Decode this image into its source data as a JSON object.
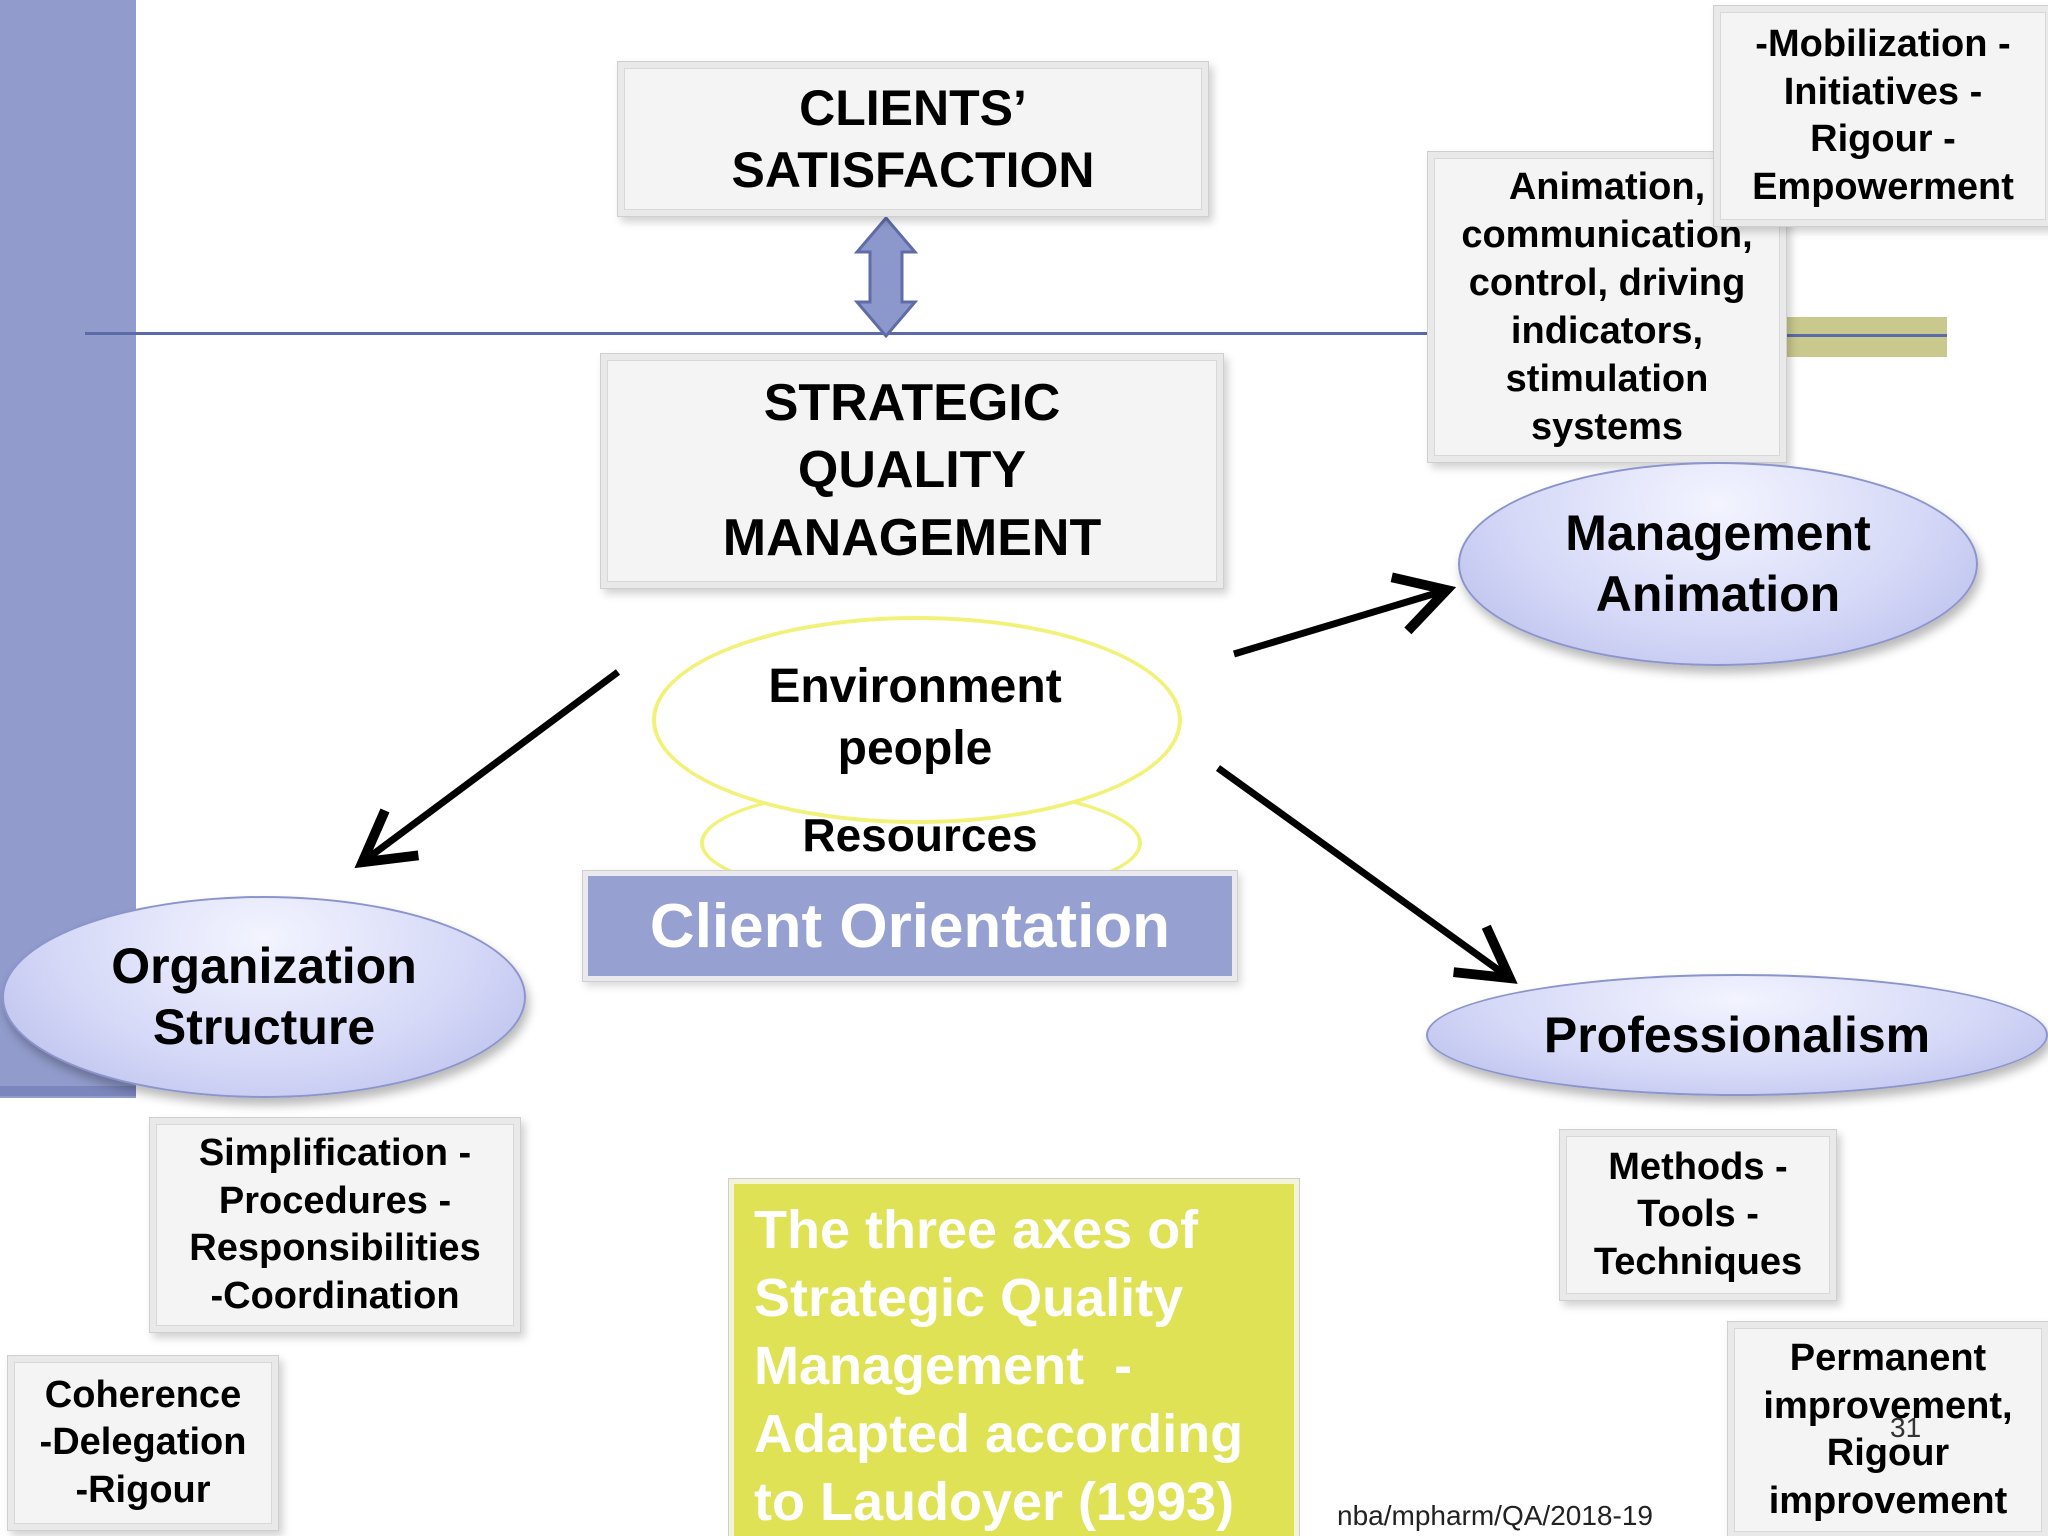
{
  "colors": {
    "left_bar": "#929ccc",
    "ellipse_fill": "#d6d9f7",
    "client_orientation_bg": "#96a1d1",
    "note_bg": "#dfe254",
    "yellow_outline": "#f2f27a"
  },
  "top": {
    "clients_satisfaction": [
      "CLIENTS’",
      "SATISFACTION"
    ],
    "strategic_qm": [
      "STRATEGIC",
      "QUALITY",
      "MANAGEMENT"
    ]
  },
  "center": {
    "environment": [
      "Environment",
      "people"
    ],
    "resources": "Resources",
    "client_orientation": "Client Orientation"
  },
  "axes": {
    "management_animation": [
      "Management",
      "Animation"
    ],
    "organization_structure": [
      "Organization",
      "Structure"
    ],
    "professionalism": "Professionalism"
  },
  "notes": {
    "mobilization": [
      "-Mobilization -",
      "Initiatives -",
      "Rigour -",
      "Empowerment"
    ],
    "animation": [
      "Animation,",
      "communication,",
      "control, driving",
      "indicators,",
      "stimulation",
      "systems"
    ],
    "simplification": [
      "Simplification -",
      "Procedures -",
      "Responsibilities",
      "-Coordination"
    ],
    "coherence": [
      "Coherence",
      "-Delegation",
      "-Rigour"
    ],
    "methods": [
      "Methods -",
      "Tools -",
      "Techniques"
    ],
    "permanent": [
      "Permanent",
      "improvement,",
      "Rigour",
      "improvement"
    ]
  },
  "caption": [
    "The three axes of",
    "Strategic Quality",
    "Management  -",
    "Adapted according",
    "to Laudoyer (1993)"
  ],
  "footer": "nba/mpharm/QA/2018-19",
  "page_number": "31"
}
